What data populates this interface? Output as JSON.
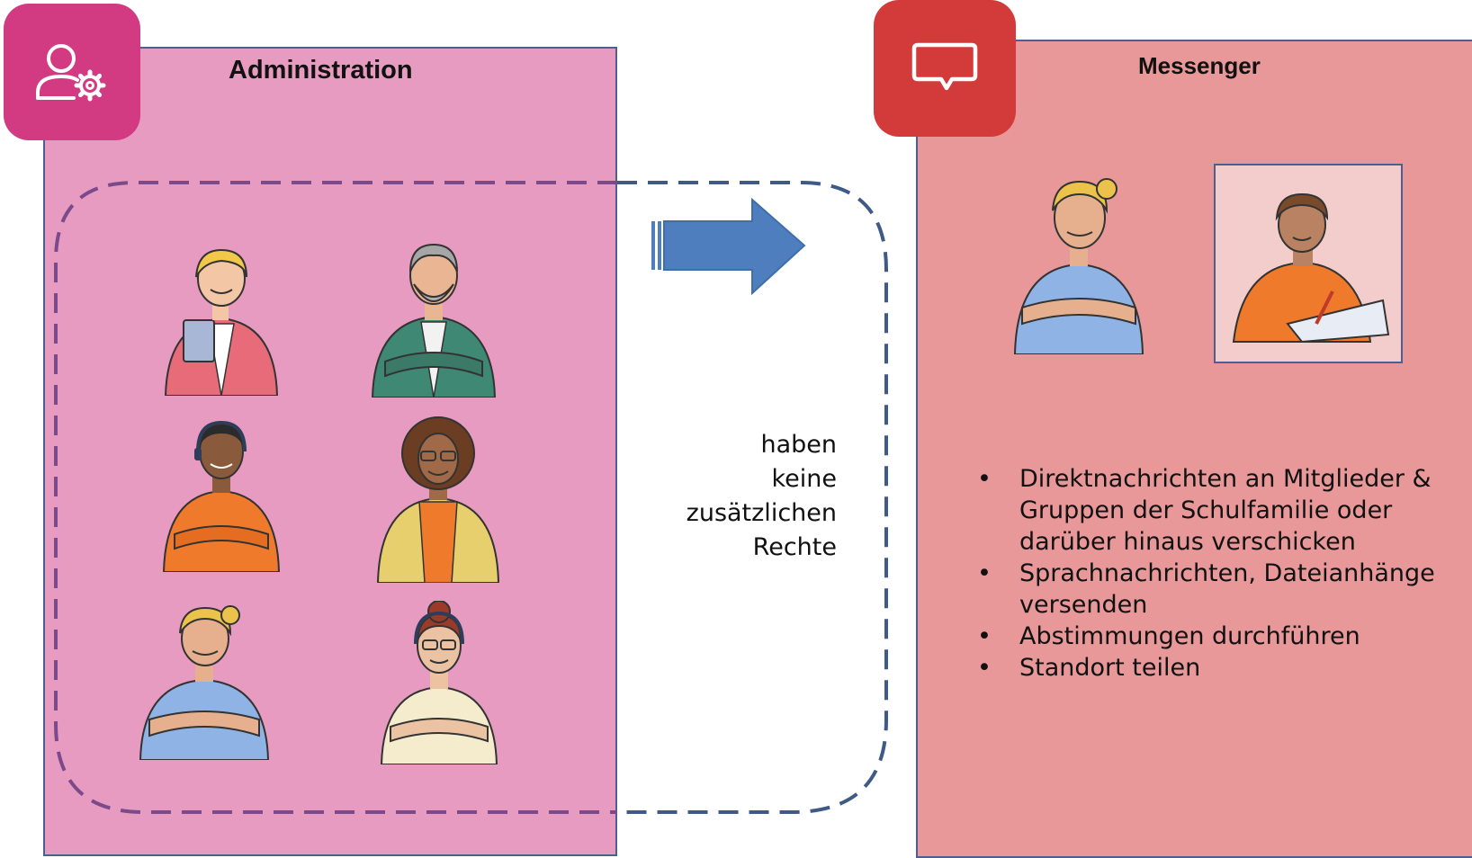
{
  "administration": {
    "title": "Administration",
    "icon": "user-gear-icon",
    "color": "#d23a82",
    "panel_color": "#e89bc0"
  },
  "messenger": {
    "title": "Messenger",
    "icon": "speech-bubble-icon",
    "color": "#d33a3a",
    "panel_color": "#e89898",
    "features": [
      "Direktnachrichten an Mitglieder & Gruppen der Schulfamilie oder darüber hinaus verschicken",
      "Sprachnachrichten, Dateianhänge versenden",
      "Abstimmungen durchführen",
      "Standort teilen"
    ]
  },
  "note": {
    "lines": [
      "haben",
      "keine",
      "zusätzlichen",
      "Rechte"
    ]
  },
  "colors": {
    "border": "#4b5f91",
    "dash_admin": "#7a4a8a",
    "dash_outer": "#3f5a86",
    "arrow": "#4f7ebf"
  }
}
